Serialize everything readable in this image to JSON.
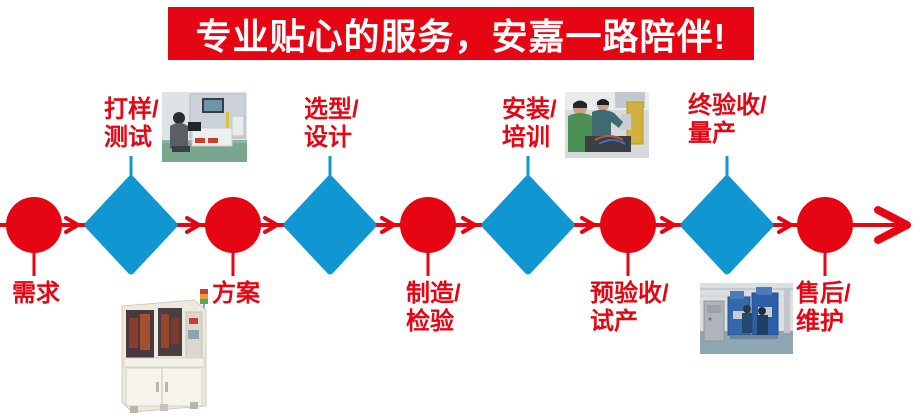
{
  "banner": {
    "text": "专业贴心的服务，安嘉一路陪伴!",
    "bg_color": "#e60613",
    "text_color": "#ffffff"
  },
  "flow": {
    "colors": {
      "red": "#e60613",
      "blue": "#1096d0"
    },
    "direction": "left-to-right",
    "steps": [
      {
        "label": "需求",
        "shape": "circle",
        "label_position": "below",
        "label_lines": [
          "需求"
        ]
      },
      {
        "label": "打样/测试",
        "shape": "diamond",
        "label_position": "above",
        "label_lines": [
          "打样/",
          "测试"
        ],
        "photo": "engineer-testing-equipment-photo"
      },
      {
        "label": "方案",
        "shape": "circle",
        "label_position": "below",
        "label_lines": [
          "方案"
        ],
        "photo": "white-machine-cabinet-photo"
      },
      {
        "label": "选型/设计",
        "shape": "diamond",
        "label_position": "above",
        "label_lines": [
          "选型/",
          "设计"
        ]
      },
      {
        "label": "制造/检验",
        "shape": "circle",
        "label_position": "below",
        "label_lines": [
          "制造/",
          "检验"
        ]
      },
      {
        "label": "安装/培训",
        "shape": "diamond",
        "label_position": "above",
        "label_lines": [
          "安装/",
          "培训"
        ],
        "photo": "workers-installation-training-photo"
      },
      {
        "label": "预验收/试产",
        "shape": "circle",
        "label_position": "below",
        "label_lines": [
          "预验收/",
          "试产"
        ]
      },
      {
        "label": "终验收/量产",
        "shape": "diamond",
        "label_position": "above",
        "label_lines": [
          "终验收/",
          "量产"
        ],
        "photo": "factory-blue-machines-photo"
      },
      {
        "label": "售后/维护",
        "shape": "circle",
        "label_position": "below",
        "label_lines": [
          "售后/",
          "维护"
        ]
      }
    ]
  }
}
